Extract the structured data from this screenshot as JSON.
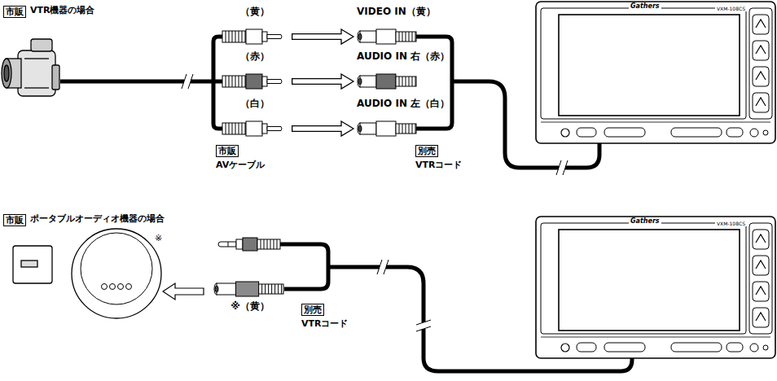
{
  "diagram": {
    "nodes": [
      {
        "text": [
          "市販"
        ]
      },
      {
        "text": [
          "（黄）"
        ]
      },
      {
        "text": [
          "（赤）"
        ]
      },
      {
        "text": [
          "（白）"
        ]
      },
      {
        "text": [
          "VIDEO IN（黄）"
        ]
      },
      {
        "text": [
          "AUDIO IN 右（赤）"
        ]
      },
      {
        "text": [
          "AUDIO IN 左（白）"
        ]
      },
      {
        "text": [
          "市販"
        ]
      },
      {
        "text": [
          "別売"
        ]
      },
      {
        "text": [
          "市販"
        ]
      },
      {
        "text": [
          "別売"
        ]
      },
      {
        "text": [
          "※（黄）"
        ]
      }
    ],
    "edges": [
      {
        "from": 1,
        "to": 4,
        "arrow": "to"
      },
      {
        "from": 2,
        "to": 5,
        "arrow": "to"
      },
      {
        "from": 3,
        "to": 6,
        "arrow": "to"
      }
    ],
    "labels": [
      "VTR機器の場合",
      "AVケーブル",
      "VTRコード",
      "Gathers",
      "VXM-108CS",
      "ポータブルオーディオ機器の場合",
      "※",
      "VTRコード",
      "Gathers",
      "VXM-108CS"
    ]
  }
}
